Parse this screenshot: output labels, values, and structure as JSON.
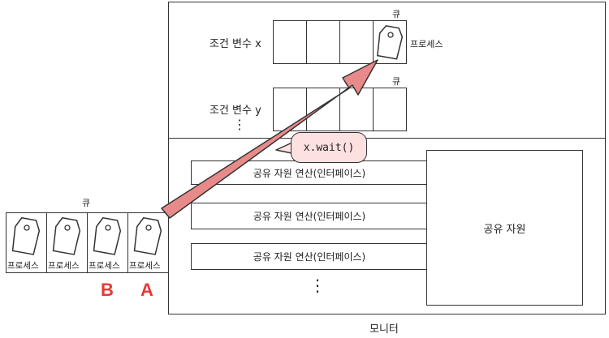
{
  "monitor": {
    "label": "모니터"
  },
  "queue_label": "큐",
  "condition_x": {
    "label": "조건 변수 x",
    "queue_label": "큐",
    "process_label": "프로세스"
  },
  "condition_y": {
    "label": "조건 변수 y",
    "queue_label": "큐"
  },
  "vertical_dots": "⋮",
  "wait_call": "x.wait()",
  "interfaces": [
    "공유 자원 연산(인터페이스)",
    "공유 자원 연산(인터페이스)",
    "공유 자원 연산(인터페이스)"
  ],
  "shared_resource": "공유 자원",
  "entry_queue": {
    "processes": [
      "프로세스",
      "프로세스",
      "프로세스",
      "프로세스"
    ]
  },
  "markers": {
    "b": "B",
    "a": "A"
  },
  "colors": {
    "arrow": "#e88a8a",
    "bubble": "#fde0e0",
    "marker": "#e53935"
  }
}
